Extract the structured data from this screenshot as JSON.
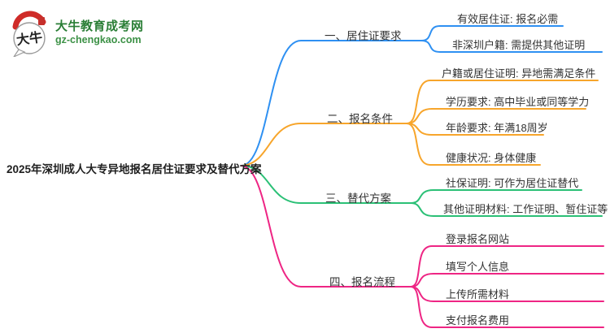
{
  "logo": {
    "icon_text": "大牛",
    "title": "大牛教育成考网",
    "subtitle": "gz-chengkao.com",
    "brand_color": "#2a7e36",
    "seal_color": "#c5302c"
  },
  "topic": "2025年深圳成人大专异地报名居住证要求及替代方案",
  "branches": [
    {
      "label": "一、居住证要求",
      "color": "#2e90f2",
      "children": [
        "有效居住证: 报名必需",
        "非深圳户籍: 需提供其他证明"
      ]
    },
    {
      "label": "二、报名条件",
      "color": "#f7a52b",
      "children": [
        "户籍或居住证明: 异地需满足条件",
        "学历要求: 高中毕业或同等学力",
        "年龄要求: 年满18周岁",
        "健康状况: 身体健康"
      ]
    },
    {
      "label": "三、替代方案",
      "color": "#2bc076",
      "children": [
        "社保证明: 可作为居住证替代",
        "其他证明材料: 工作证明、暂住证等"
      ]
    },
    {
      "label": "四、报名流程",
      "color": "#ee2584",
      "children": [
        "登录报名网站",
        "填写个人信息",
        "上传所需材料",
        "支付报名费用"
      ]
    }
  ]
}
